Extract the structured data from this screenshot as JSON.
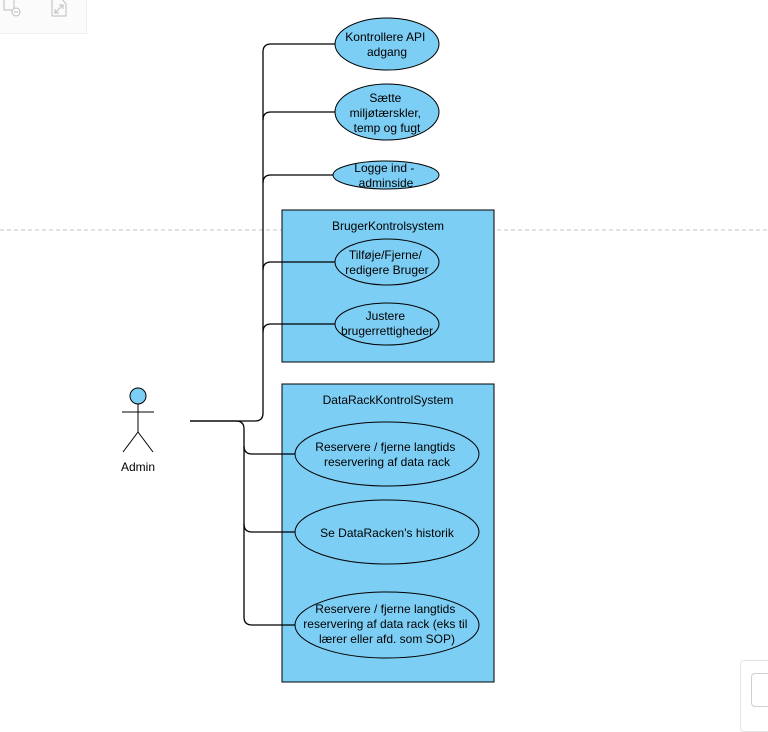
{
  "diagram": {
    "colors": {
      "fill": "#7dcef4",
      "stroke": "#000000",
      "page_break": "#c0c0c0"
    },
    "actor": {
      "label": "Admin"
    },
    "standalone_use_cases": [
      {
        "lines": [
          "Kontrollere API",
          "adgang"
        ]
      },
      {
        "lines": [
          "Sætte",
          "miljøtærskler,",
          "temp og fugt"
        ]
      },
      {
        "lines": [
          "Logge ind -",
          "adminside"
        ]
      }
    ],
    "systems": [
      {
        "title": "BrugerKontrolsystem",
        "use_cases": [
          {
            "lines": [
              "Tilføje/Fjerne/",
              "redigere Bruger"
            ]
          },
          {
            "lines": [
              "Justere",
              "brugerrettigheder"
            ]
          }
        ]
      },
      {
        "title": "DataRackKontrolSystem",
        "use_cases": [
          {
            "lines": [
              "Reservere / fjerne langtids",
              "reservering af data rack"
            ]
          },
          {
            "lines": [
              "Se DataRacken's historik"
            ]
          },
          {
            "lines": [
              "Reservere / fjerne langtids",
              "reservering af data rack (eks til",
              "lærer eller afd. som SOP)"
            ]
          }
        ]
      }
    ]
  },
  "toolbar": {
    "icons": [
      "shape-tool-icon",
      "expand-icon"
    ]
  },
  "zoom_control": {
    "icon": "zoom-control-icon"
  }
}
